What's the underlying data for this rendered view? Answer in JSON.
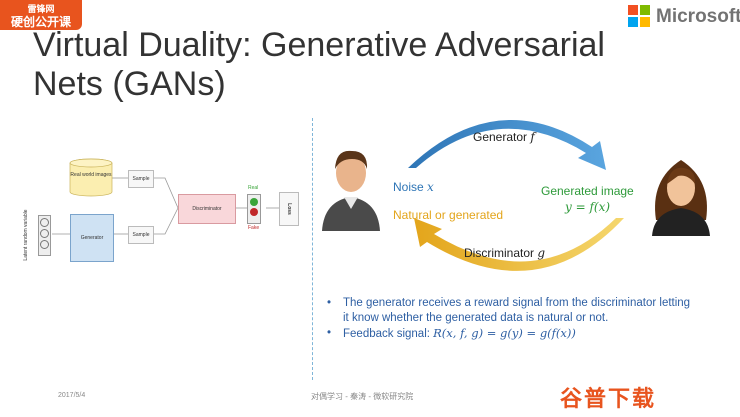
{
  "badge": {
    "line1": "雷锋网",
    "line2": "硬创公开课"
  },
  "title": {
    "line1": "Virtual Duality: Generative Adversarial",
    "line2": "Nets (GANs)"
  },
  "brand": {
    "name": "Microsoft",
    "colors": [
      "#f25022",
      "#7fba00",
      "#00a4ef",
      "#ffb900"
    ]
  },
  "left_diagram": {
    "latent_label": "Latent random variable",
    "real_world": "Real world images",
    "sample_top": "Sample",
    "generator": "Generator",
    "sample_bottom": "Sample",
    "discriminator": "Discriminator",
    "real": "Real",
    "fake": "Fake",
    "loss": "Loss"
  },
  "right_diagram": {
    "generator_label": "Generator ",
    "generator_var": "f",
    "noise_label": "Noise ",
    "noise_var": "x",
    "generated_label": "Generated image",
    "generated_eq": "y = f(x)",
    "natural_label": "Natural or generated",
    "discriminator_label": "Discriminator ",
    "discriminator_var": "g"
  },
  "bullets": {
    "b1": "The generator receives a reward signal from the discriminator letting it know whether the generated data is natural or not.",
    "b2_prefix": "Feedback signal: ",
    "b2_eq": "R(x, f, g) = g(y) = g(f(x))"
  },
  "footer": {
    "date": "2017/5/4",
    "center": "对偶学习 - 秦涛 - 微软研究院"
  },
  "watermark": "谷普下载",
  "colors": {
    "accent_blue": "#2e75b6",
    "generated_green": "#2e9a3a",
    "natural_orange": "#e3a51b",
    "real_green": "#3aa53a",
    "fake_red": "#c0282a"
  }
}
